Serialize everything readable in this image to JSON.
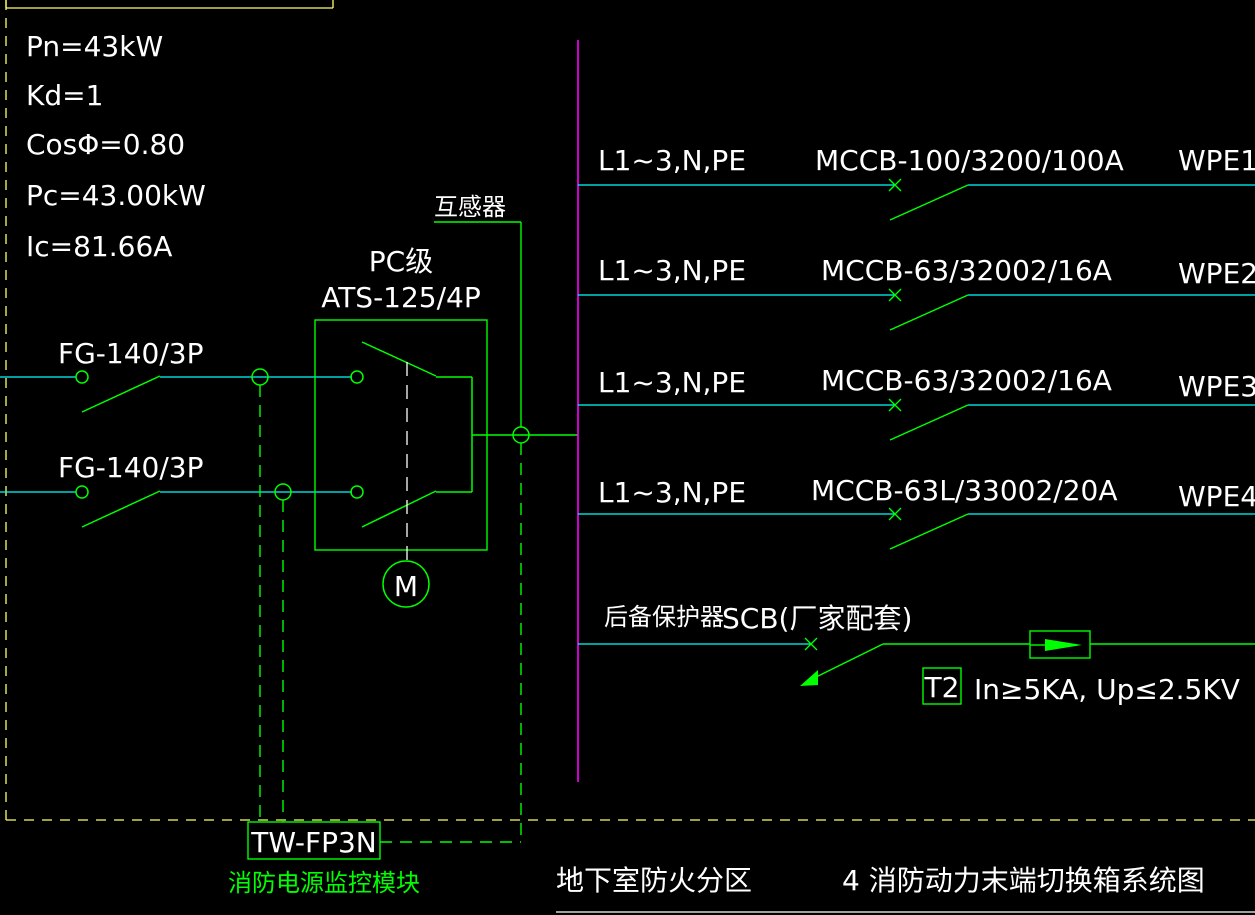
{
  "colors": {
    "background": "#000000",
    "line_green": "#00ff00",
    "line_cyan": "#00ffff",
    "line_magenta": "#ff00ff",
    "line_yellow": "#ffff66",
    "text_white": "#ffffff",
    "text_green": "#00ff00"
  },
  "parameters": {
    "pn": "Pn=43kW",
    "kd": "Kd=1",
    "cos": "CosΦ=0.80",
    "pc": "Pc=43.00kW",
    "ic": "Ic=81.66A"
  },
  "inputs": [
    {
      "switch": "FG-140/3P"
    },
    {
      "switch": "FG-140/3P"
    }
  ],
  "ats": {
    "label_top": "PC级",
    "label_model": "ATS-125/4P",
    "motor_symbol": "M"
  },
  "transformer_label": "互感器",
  "outgoing": [
    {
      "phase": "L1~3,N,PE",
      "breaker": "MCCB-100/3200/100A",
      "circuit": "WPE1"
    },
    {
      "phase": "L1~3,N,PE",
      "breaker": "MCCB-63/32002/16A",
      "circuit": "WPE2"
    },
    {
      "phase": "L1~3,N,PE",
      "breaker": "MCCB-63/32002/16A",
      "circuit": "WPE3"
    },
    {
      "phase": "L1~3,N,PE",
      "breaker": "MCCB-63L/33002/20A",
      "circuit": "WPE4"
    }
  ],
  "spd": {
    "backup_label": "后备保护器",
    "scb_label": "SCB(厂家配套)",
    "class": "T2",
    "spec": "In≥5KA, Up≤2.5KV"
  },
  "module": {
    "code": "TW-FP3N",
    "name": "消防电源监控模块"
  },
  "footer": {
    "zone": "地下室防火分区",
    "title": "4 消防动力末端切换箱系统图"
  }
}
